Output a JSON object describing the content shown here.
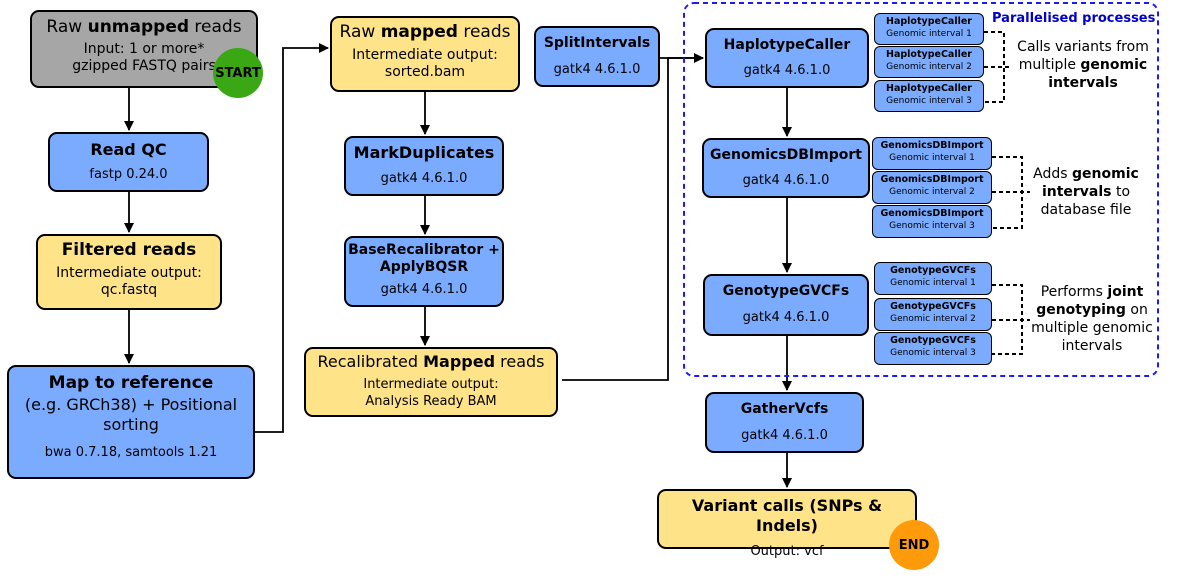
{
  "nodes": {
    "raw_unmapped": {
      "title_pre": "Raw ",
      "title_bold": "unmapped",
      "title_post": " reads",
      "line1": "Input: 1 or more*",
      "line2": "gzipped FASTQ pairs"
    },
    "read_qc": {
      "title": "Read QC",
      "tool": "fastp 0.24.0"
    },
    "filtered": {
      "title": "Filtered reads",
      "line1": "Intermediate output:",
      "line2": "qc.fastq"
    },
    "map_ref": {
      "title": "Map to reference",
      "line1": "(e.g. GRCh38) + Positional",
      "line2": "sorting",
      "tool": "bwa 0.7.18, samtools 1.21"
    },
    "raw_mapped": {
      "title_pre": "Raw ",
      "title_bold": "mapped",
      "title_post": " reads",
      "line1": "Intermediate output:",
      "line2": "sorted.bam"
    },
    "mark_dup": {
      "title": "MarkDuplicates",
      "tool": "gatk4 4.6.1.0"
    },
    "base_recal": {
      "title1": "BaseRecalibrator +",
      "title2": "ApplyBQSR",
      "tool": "gatk4 4.6.1.0"
    },
    "recal_mapped": {
      "title_pre": "Recalibrated ",
      "title_bold": "Mapped",
      "title_post": " reads",
      "line1": "Intermediate output:",
      "line2": "Analysis Ready BAM"
    },
    "split": {
      "title": "SplitIntervals",
      "tool": "gatk4 4.6.1.0"
    },
    "haplotype": {
      "title": "HaplotypeCaller",
      "tool": "gatk4 4.6.1.0"
    },
    "genomicsdb": {
      "title": "GenomicsDBImport",
      "tool": "gatk4 4.6.1.0"
    },
    "genotype": {
      "title": "GenotypeGVCFs",
      "tool": "gatk4 4.6.1.0"
    },
    "gather": {
      "title": "GatherVcfs",
      "tool": "gatk4 4.6.1.0"
    },
    "variant": {
      "title": "Variant calls (SNPs & Indels)",
      "line1": "Output: vcf"
    }
  },
  "mini_boxes": {
    "haplotype": [
      {
        "title": "HaplotypeCaller",
        "sub": "Genomic interval 1"
      },
      {
        "title": "HaplotypeCaller",
        "sub": "Genomic interval 2"
      },
      {
        "title": "HaplotypeCaller",
        "sub": "Genomic interval 3"
      }
    ],
    "genomicsdb": [
      {
        "title": "GenomicsDBImport",
        "sub": "Genomic interval 1"
      },
      {
        "title": "GenomicsDBImport",
        "sub": "Genomic interval 2"
      },
      {
        "title": "GenomicsDBImport",
        "sub": "Genomic interval 3"
      }
    ],
    "genotype": [
      {
        "title": "GenotypeGVCFs",
        "sub": "Genomic interval 1"
      },
      {
        "title": "GenotypeGVCFs",
        "sub": "Genomic interval 2"
      },
      {
        "title": "GenotypeGVCFs",
        "sub": "Genomic interval 3"
      }
    ]
  },
  "notes": {
    "haplotype": {
      "l1": "Calls variants from",
      "l2_pre": "multiple ",
      "l2_bold": "genomic",
      "l3_bold": "intervals"
    },
    "genomicsdb": {
      "l1_pre": "Adds ",
      "l1_bold": "genomic",
      "l2_bold": "intervals",
      "l2_post": " to",
      "l3": "database file"
    },
    "genotype": {
      "l1_pre": "Performs ",
      "l1_bold": "joint",
      "l2_bold": "genotyping",
      "l2_post": " on",
      "l3": "multiple genomic",
      "l4": "intervals"
    }
  },
  "group_label": "Parallelised processes",
  "start_label": "START",
  "end_label": "END",
  "colors": {
    "blue": "#7aabff",
    "yellow": "#ffe388",
    "gray": "#a6a6a6",
    "start": "#3aa815",
    "end": "#ff9a0a",
    "group_border": "#1a1aff"
  }
}
